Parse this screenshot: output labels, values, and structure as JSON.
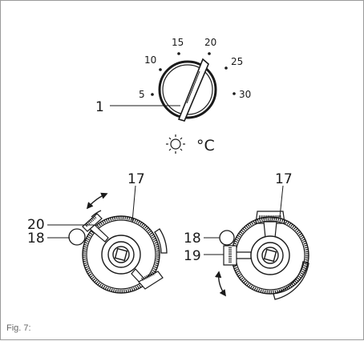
{
  "thermostat": {
    "scale": [
      "5",
      "10",
      "15",
      "20",
      "25",
      "30"
    ],
    "callout": "1",
    "unit": "°C"
  },
  "left_unit": {
    "callout_top": "17",
    "callout_a": "20",
    "callout_b": "18"
  },
  "right_unit": {
    "callout_top": "17",
    "callout_a": "18",
    "callout_b": "19"
  },
  "caption": "Fig. 7:"
}
